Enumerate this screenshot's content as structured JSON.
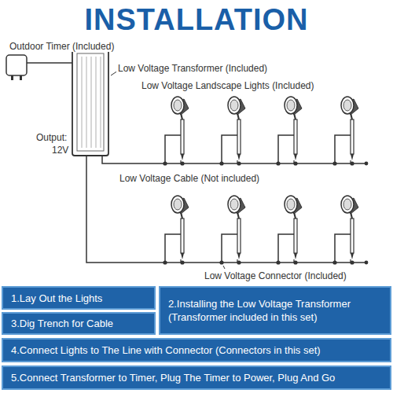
{
  "diagram": {
    "title": "INSTALLATION",
    "nodes": [
      {
        "text": [
          "1.Lay Out the Lights"
        ]
      },
      {
        "text": [
          "2.Installing the Low Voltage Transformer",
          "(Transformer included in this set)"
        ]
      },
      {
        "text": [
          "3.Dig Trench for Cable"
        ]
      },
      {
        "text": [
          "4.Connect Lights to The Line with Connector (Connectors in this set)"
        ]
      },
      {
        "text": [
          "5.Connect Transformer to Timer, Plug The Timer to Power, Plug And Go"
        ]
      }
    ],
    "labels": [
      "Outdoor Timer (Included)",
      "Low Voltage Transformer (Included)",
      "Low Voltage Landscape Lights (Included)",
      "Output:",
      "12V",
      "Low Voltage Cable (Not included)",
      "Low Voltage Connector (Included)"
    ]
  }
}
